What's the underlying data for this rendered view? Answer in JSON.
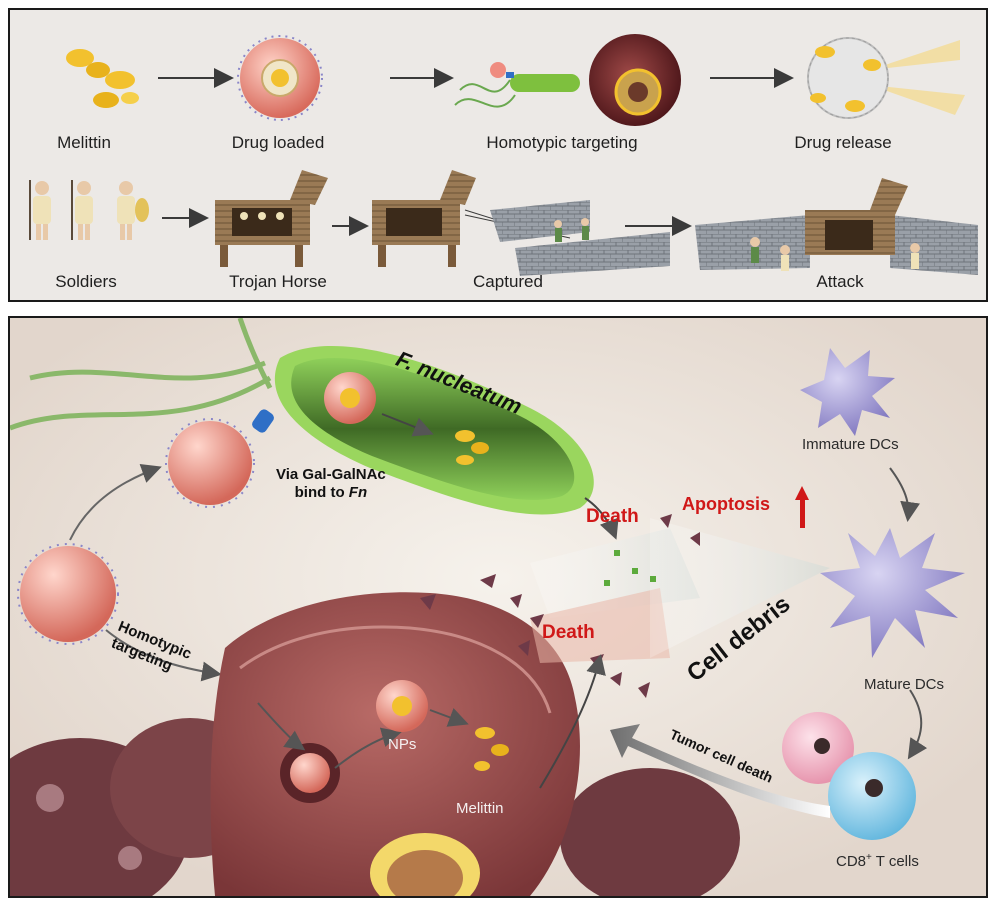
{
  "top_panel": {
    "row1": [
      {
        "id": "melittin",
        "label": "Melittin"
      },
      {
        "id": "drug-loaded",
        "label": "Drug loaded"
      },
      {
        "id": "homotypic-targeting",
        "label": "Homotypic targeting"
      },
      {
        "id": "drug-release",
        "label": "Drug release"
      }
    ],
    "row2": [
      {
        "id": "soldiers",
        "label": "Soldiers"
      },
      {
        "id": "trojan-horse",
        "label": "Trojan Horse"
      },
      {
        "id": "captured",
        "label": "Captured"
      },
      {
        "id": "attack",
        "label": "Attack"
      }
    ]
  },
  "bottom_panel": {
    "bacterium_label": "F. nucleatum",
    "binding_label_line1": "Via Gal-GalNAc",
    "binding_label_line2_prefix": "bind to ",
    "binding_label_line2_italic": "Fn",
    "homotypic_line1": "Homotypic",
    "homotypic_line2": "targeting",
    "nps_label": "NPs",
    "melittin_label": "Melittin",
    "death_top": "Death",
    "death_bottom": "Death",
    "apoptosis": "Apoptosis",
    "cell_debris": "Cell debris",
    "immature_dcs": "Immature DCs",
    "mature_dcs": "Mature DCs",
    "tumor_cell_death": "Tumor cell death",
    "t_cells_prefix": "CD8",
    "t_cells_sup": "+",
    "t_cells_suffix": " T cells"
  },
  "colors": {
    "melittin": "#f2c12e",
    "nanoparticle": "#ef8c80",
    "bacterium": "#4c7d2e",
    "tumor_cell": "#8e4a4a",
    "dendritic_cell": "#9a92d0",
    "death_text": "#d01818"
  }
}
